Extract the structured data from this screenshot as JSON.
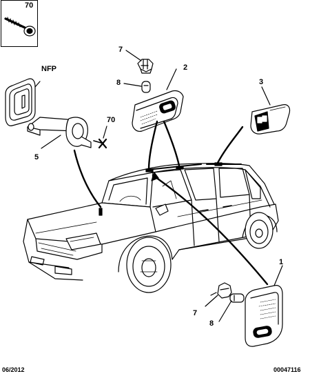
{
  "diagram": {
    "callouts": {
      "screw_ref": "70",
      "nfp": "NFP",
      "switch_door": "5",
      "screw_door": "70",
      "bulb_holder_top": "7",
      "bulb_top": "8",
      "lamp_front": "2",
      "lamp_rear": "3",
      "lamp_boot": "1",
      "bulb_holder_bottom": "7",
      "bulb_bottom": "8"
    },
    "footer": {
      "date": "06/2012",
      "reference": "00047116"
    }
  }
}
